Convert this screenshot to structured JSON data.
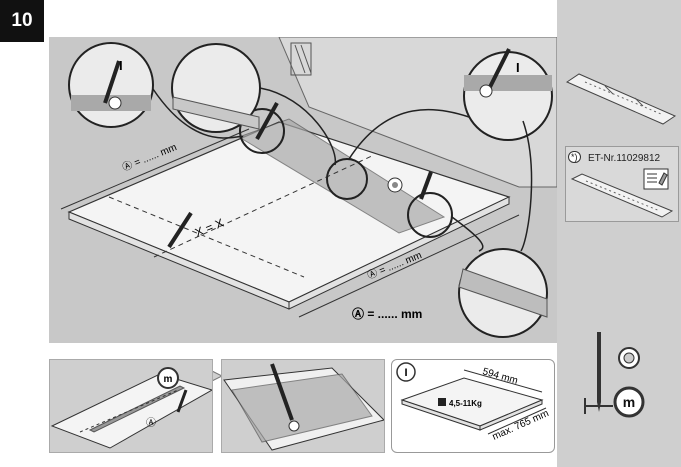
{
  "step": "10",
  "main": {
    "marker_I_left": "I",
    "marker_I_right": "I",
    "dim_label_left": "Ⓐ = ...... mm",
    "dim_label_right": "Ⓐ = ...... mm",
    "dim_label_bottom": "Ⓐ = ...... mm",
    "x_equal": "X = X"
  },
  "right_panel": {
    "note_marker": "*)",
    "part_number": "ET-Nr.11029812"
  },
  "sub_panels": {
    "tape_marker": "m",
    "dim_A": "Ⓐ",
    "info_marker": "I",
    "width": "594 mm",
    "depth": "max. 765 mm",
    "weight": "4,5-11Kg"
  },
  "tools": {
    "tape_marker": "m"
  }
}
